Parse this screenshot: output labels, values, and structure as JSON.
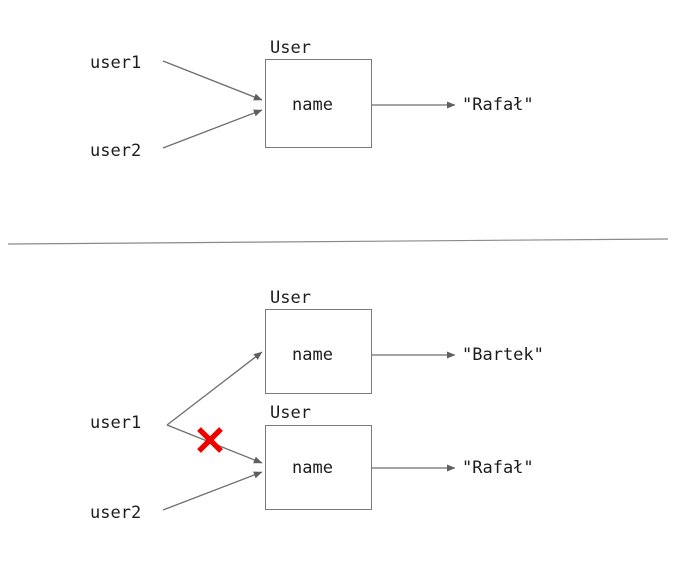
{
  "diagram": {
    "type": "object-reference-diagram",
    "background": "#ffffff",
    "line_color": "#6e6e6e",
    "box_border_color": "#7a7a7a",
    "text_color": "#1c1c1c",
    "error_color": "#ee0000",
    "divider": {
      "name": "section-divider",
      "color": "#8a8a8a"
    },
    "panels": [
      {
        "id": "top",
        "caption": "",
        "variables": [
          {
            "id": "t-user1",
            "label": "user1"
          },
          {
            "id": "t-user2",
            "label": "user2"
          }
        ],
        "entities": [
          {
            "id": "t-user-box",
            "title": "User",
            "field": "name",
            "value": "\"Rafał\""
          }
        ],
        "invalid_edges": []
      },
      {
        "id": "bottom",
        "caption": "",
        "variables": [
          {
            "id": "b-user1",
            "label": "user1"
          },
          {
            "id": "b-user2",
            "label": "user2"
          }
        ],
        "entities": [
          {
            "id": "b-user-box-1",
            "title": "User",
            "field": "name",
            "value": "\"Bartek\""
          },
          {
            "id": "b-user-box-2",
            "title": "User",
            "field": "name",
            "value": "\"Rafał\""
          }
        ],
        "invalid_edges": [
          {
            "from": "b-user1",
            "to": "b-user-box-2",
            "marker": "cross"
          }
        ]
      }
    ],
    "icons": {
      "cross": "red-cross-icon",
      "arrow": "arrowhead-icon"
    }
  }
}
